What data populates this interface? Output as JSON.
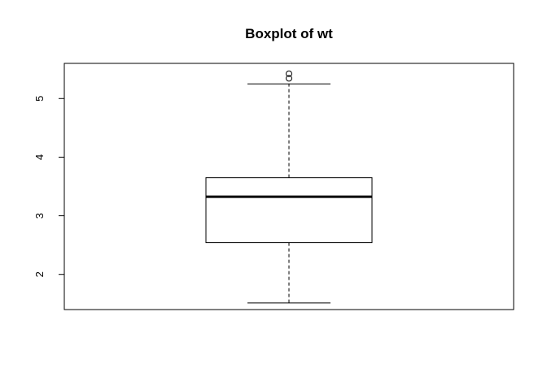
{
  "chart_data": {
    "type": "boxplot",
    "title": "Boxplot of wt",
    "xlabel": "",
    "ylabel": "",
    "ylim": [
      1.4,
      5.6
    ],
    "yticks": [
      2,
      3,
      4,
      5
    ],
    "box": {
      "min": 1.513,
      "q1": 2.542,
      "median": 3.325,
      "q3": 3.65,
      "max": 5.25
    },
    "outliers": [
      5.345,
      5.424
    ],
    "grid": false,
    "legend": "none"
  }
}
